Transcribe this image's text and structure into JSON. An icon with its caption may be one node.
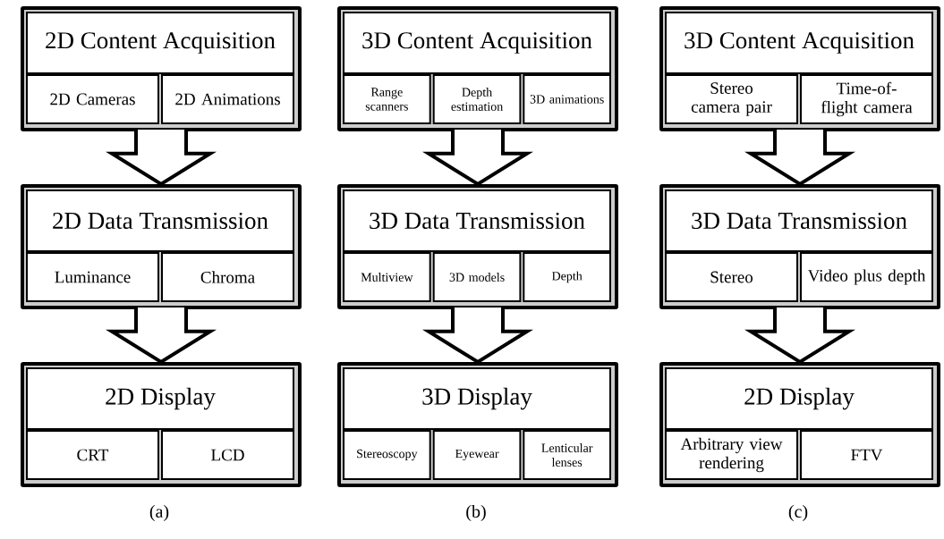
{
  "diagram": {
    "nodes": [
      {
        "text": [
          "2D Content Acquisition"
        ]
      },
      {
        "text": [
          "2D Cameras"
        ],
        "in": 0
      },
      {
        "text": [
          "2D Animations"
        ],
        "in": 0
      },
      {
        "text": [
          "2D Data Transmission"
        ]
      },
      {
        "text": [
          "Luminance"
        ],
        "in": 3
      },
      {
        "text": [
          "Chroma"
        ],
        "in": 3
      },
      {
        "text": [
          "2D Display"
        ]
      },
      {
        "text": [
          "CRT"
        ],
        "in": 6
      },
      {
        "text": [
          "LCD"
        ],
        "in": 6
      },
      {
        "text": [
          "3D Content Acquisition"
        ]
      },
      {
        "text": [
          "Range scanners"
        ],
        "in": 9
      },
      {
        "text": [
          "Depth estimation"
        ],
        "in": 9
      },
      {
        "text": [
          "3D animations"
        ],
        "in": 9
      },
      {
        "text": [
          "3D Data Transmission"
        ]
      },
      {
        "text": [
          "Multiview"
        ],
        "in": 13
      },
      {
        "text": [
          "3D models"
        ],
        "in": 13
      },
      {
        "text": [
          "Depth"
        ],
        "in": 13
      },
      {
        "text": [
          "3D Display"
        ]
      },
      {
        "text": [
          "Stereoscopy"
        ],
        "in": 17
      },
      {
        "text": [
          "Eyewear"
        ],
        "in": 17
      },
      {
        "text": [
          "Lenticular lenses"
        ],
        "in": 17
      },
      {
        "text": [
          "3D Content Acquisition"
        ]
      },
      {
        "text": [
          "Stereo camera pair"
        ],
        "in": 21
      },
      {
        "text": [
          "Time-of-flight camera"
        ],
        "in": 21
      },
      {
        "text": [
          "3D Data Transmission"
        ]
      },
      {
        "text": [
          "Stereo"
        ],
        "in": 24
      },
      {
        "text": [
          "Video plus depth"
        ],
        "in": 24
      },
      {
        "text": [
          "2D Display"
        ]
      },
      {
        "text": [
          "Arbitrary view rendering"
        ],
        "in": 27
      },
      {
        "text": [
          "FTV"
        ],
        "in": 27
      }
    ],
    "edges": [
      {
        "from": 0,
        "to": 3,
        "arrow": "to"
      },
      {
        "from": 3,
        "to": 6,
        "arrow": "to"
      },
      {
        "from": 9,
        "to": 13,
        "arrow": "to"
      },
      {
        "from": 13,
        "to": 17,
        "arrow": "to"
      },
      {
        "from": 21,
        "to": 24,
        "arrow": "to"
      },
      {
        "from": 24,
        "to": 27,
        "arrow": "to"
      }
    ],
    "labels": [
      "(a)",
      "(b)",
      "(c)"
    ]
  }
}
